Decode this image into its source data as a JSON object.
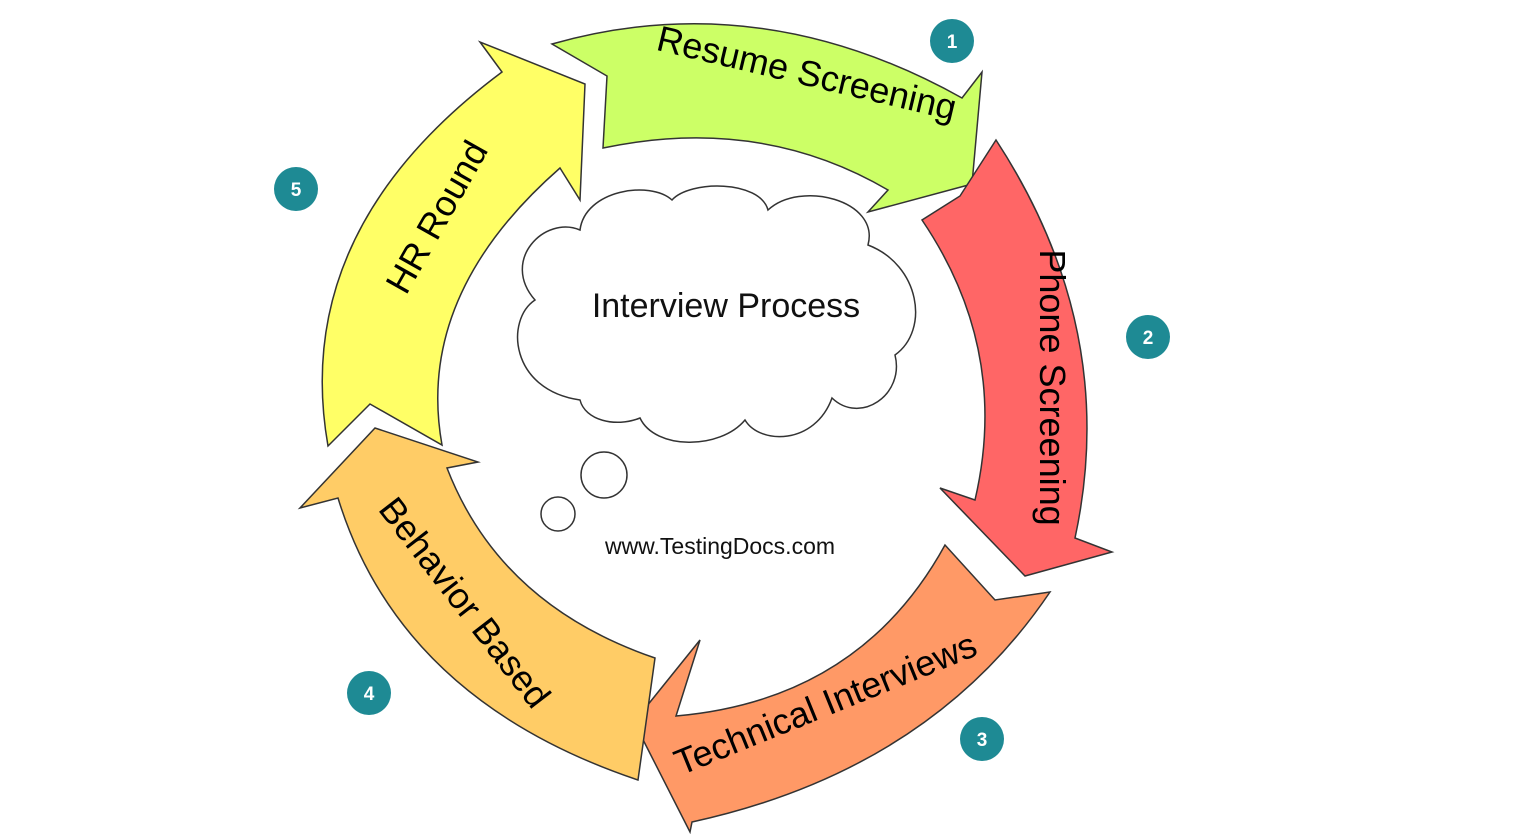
{
  "title": "Interview Process",
  "website": "www.TestingDocs.com",
  "colors": {
    "badge": "#1e8a94",
    "stage1": "#ccff66",
    "stage2": "#ff6666",
    "stage3": "#ff9966",
    "stage4": "#ffcc66",
    "stage5": "#ffff66"
  },
  "stages": [
    {
      "number": "1",
      "label": "Resume Screening"
    },
    {
      "number": "2",
      "label": "Phone Screening"
    },
    {
      "number": "3",
      "label": "Technical Interviews"
    },
    {
      "number": "4",
      "label": "Behavior Based"
    },
    {
      "number": "5",
      "label": "HR Round"
    }
  ]
}
